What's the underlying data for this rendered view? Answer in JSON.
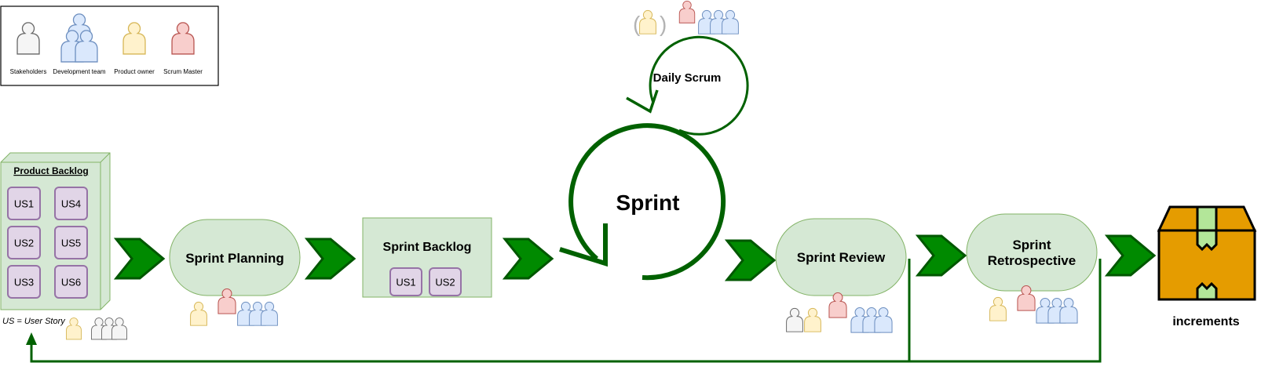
{
  "legend": {
    "items": [
      {
        "label": "Stakeholders",
        "role": "stakeholder"
      },
      {
        "label": "Development team",
        "role": "dev-team"
      },
      {
        "label": "Product owner",
        "role": "product-owner"
      },
      {
        "label": "Scrum Master",
        "role": "scrum-master"
      }
    ]
  },
  "colors": {
    "stakeholder": {
      "fill": "#f5f5f5",
      "stroke": "#666666"
    },
    "dev_team": {
      "fill": "#dae8fc",
      "stroke": "#6c8ebf"
    },
    "product_owner": {
      "fill": "#fff2cc",
      "stroke": "#d6b656"
    },
    "scrum_master": {
      "fill": "#f8cecc",
      "stroke": "#b85450"
    },
    "stage_fill": "#d5e8d4",
    "stage_stroke": "#82b366",
    "story_fill": "#e1d5e7",
    "story_stroke": "#9673a6",
    "arrow_fill": "#008a00",
    "arrow_stroke": "#005700",
    "cycle_stroke": "#006100",
    "box_fill": "#e59c00",
    "box_tape": "#b3e699"
  },
  "product_backlog": {
    "title": "Product Backlog",
    "stories": [
      "US1",
      "US4",
      "US2",
      "US5",
      "US3",
      "US6"
    ],
    "note": "US = User Story"
  },
  "sprint_planning": {
    "label": "Sprint Planning"
  },
  "sprint_backlog": {
    "title": "Sprint Backlog",
    "stories": [
      "US1",
      "US2"
    ]
  },
  "sprint": {
    "label": "Sprint"
  },
  "daily_scrum": {
    "label": "Daily Scrum",
    "optional_open": "(",
    "optional_close": ")"
  },
  "sprint_review": {
    "label": "Sprint Review"
  },
  "sprint_retrospective": {
    "line1": "Sprint",
    "line2": "Retrospective"
  },
  "increments": {
    "label": "increments"
  }
}
